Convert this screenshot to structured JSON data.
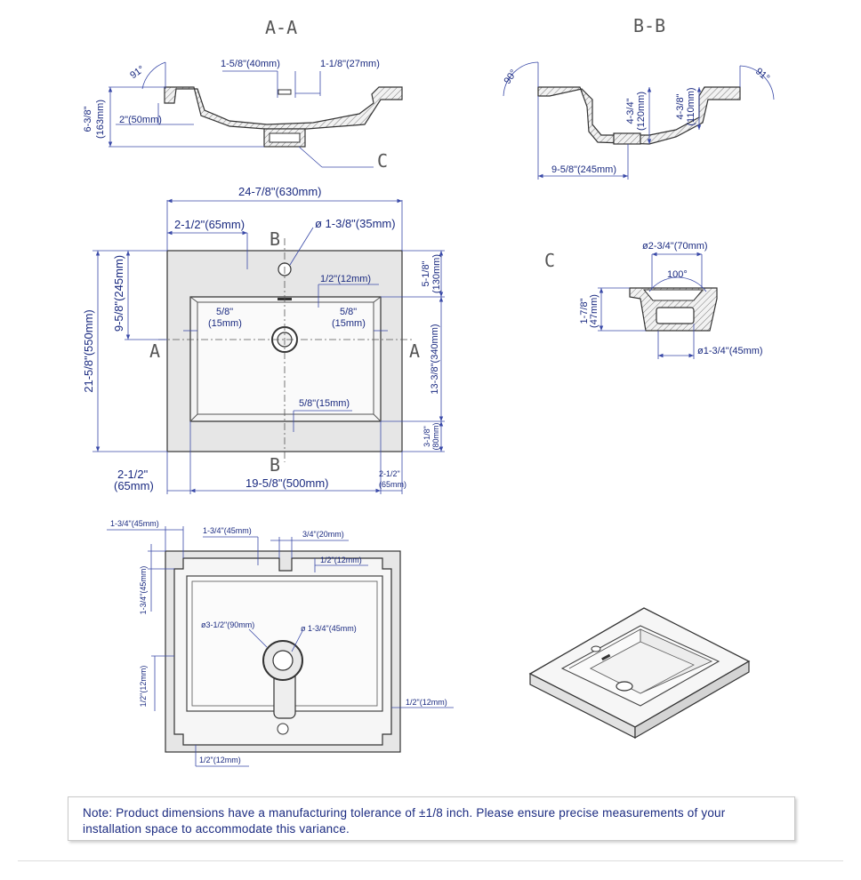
{
  "sections": {
    "aa": "A-A",
    "bb": "B-B",
    "c": "C",
    "a": "A",
    "b": "B"
  },
  "section_aa": {
    "overflow_w": "1-5/8\"(40mm)",
    "overflow_off": "1-1/8\"(27mm)",
    "angle": "91°",
    "height_in": "6-3/8\"",
    "height_mm": "(163mm)",
    "rim": "2\"(50mm)"
  },
  "section_bb": {
    "angle_left": "90°",
    "angle_right": "91°",
    "depth1_in": "4-3/4\"",
    "depth1_mm": "(120mm)",
    "depth2_in": "4-3/8\"",
    "depth2_mm": "(110mm)",
    "offset": "9-5/8\"(245mm)"
  },
  "top_view": {
    "width_total": "24-7/8\"(630mm)",
    "tap_offset": "2-1/2\"(65mm)",
    "tap_hole": "ø 1-3/8\"(35mm)",
    "depth_total": "21-5/8\"(550mm)",
    "drain_pos": "9-5/8\"(245mm)",
    "front": "5-1/8\"",
    "front_mm": "(130mm)",
    "slot": "1/2\"(12mm)",
    "edge_l": "5/8\"",
    "edge_l_mm": "(15mm)",
    "edge_r": "5/8\"",
    "edge_r_mm": "(15mm)",
    "basin_depth": "13-3/8\"(340mm)",
    "edge_b": "5/8\"(15mm)",
    "back": "3-1/8\"",
    "back_mm": "(80mm)",
    "side_l": "2-1/2\"",
    "side_l_mm": "(65mm)",
    "basin_w": "19-5/8\"(500mm)",
    "side_r": "2-1/2\"",
    "side_r_mm": "(65mm)"
  },
  "detail_c": {
    "outer": "ø2-3/4\"(70mm)",
    "angle": "100°",
    "height_in": "1-7/8\"",
    "height_mm": "(47mm)",
    "inner": "ø1-3/4\"(45mm)"
  },
  "bottom_view": {
    "corner_w": "1-3/4\"(45mm)",
    "notch_off": "1-3/4\"(45mm)",
    "notch_w": "3/4\"(20mm)",
    "notch_d": "1/2\"(12mm)",
    "corner_h": "1-3/4\"(45mm)",
    "drain_outer": "ø3-1/2\"(90mm)",
    "drain_inner": "ø 1-3/4\"(45mm)",
    "lip_l": "1/2\"(12mm)",
    "lip_r": "1/2\"(12mm)",
    "lip_b": "1/2\"(12mm)"
  },
  "note": "Note: Product dimensions have a manufacturing tolerance of ±1/8 inch. Please ensure precise measurements of your installation space to accommodate this variance."
}
